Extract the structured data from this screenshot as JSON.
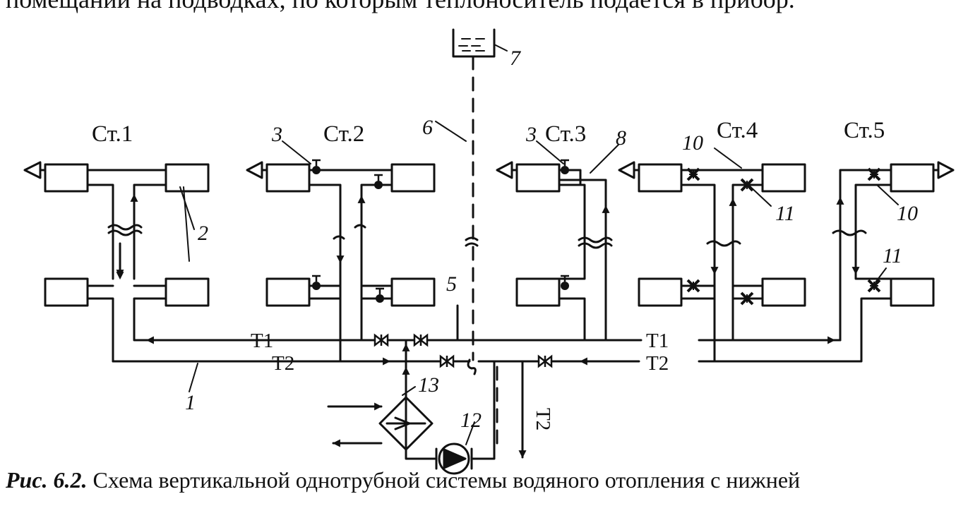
{
  "page": {
    "top_text": "помещаний на подводках, по которым теплоноситель подается в прибор.",
    "caption_label": "Рис. 6.2.",
    "caption_text": "Схема вертикальной однотрубной системы водяного отопления с нижней"
  },
  "diagram": {
    "risers": [
      "Ст.1",
      "Ст.2",
      "Ст.3",
      "Ст.4",
      "Ст.5"
    ],
    "pipes": {
      "supply": "T1",
      "return": "T2"
    },
    "numbers": [
      "1",
      "2",
      "3",
      "3",
      "5",
      "6",
      "7",
      "8",
      "10",
      "10",
      "11",
      "11",
      "12",
      "13"
    ]
  },
  "colors": {
    "ink": "#111111",
    "paper": "#ffffff"
  }
}
